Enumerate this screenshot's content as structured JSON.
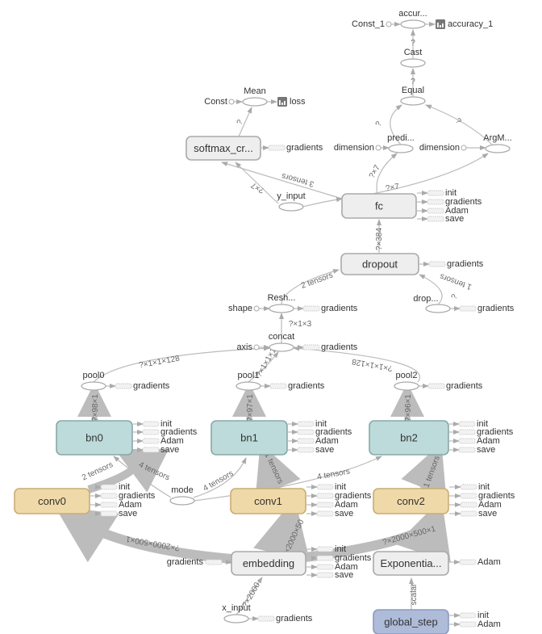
{
  "nodes": {
    "accuracy": "accur...",
    "const_1": "Const_1",
    "accuracy_summary": "accuracy_1",
    "cast": "Cast",
    "equal": "Equal",
    "mean": "Mean",
    "const": "Const",
    "loss": "loss",
    "softmax": "softmax_cr...",
    "predi": "predi...",
    "argmax": "ArgM...",
    "dimension": "dimension",
    "y_input": "y_input",
    "fc": "fc",
    "dropout": "dropout",
    "reshape": "Resh...",
    "shape": "shape",
    "drop": "drop...",
    "concat": "concat",
    "axis": "axis",
    "pool0": "pool0",
    "pool1": "pool1",
    "pool2": "pool2",
    "bn0": "bn0",
    "bn1": "bn1",
    "bn2": "bn2",
    "conv0": "conv0",
    "conv1": "conv1",
    "conv2": "conv2",
    "mode": "mode",
    "embedding": "embedding",
    "exponential": "Exponentia...",
    "x_input": "x_input",
    "global_step": "global_step"
  },
  "aux": {
    "init": "init",
    "gradients": "gradients",
    "adam": "Adam",
    "save": "save"
  },
  "edge_labels": {
    "softmax_mean": "?",
    "equal_cast": "?",
    "cast_acc": "?",
    "predi_equal": "?",
    "argmax_equal": "?",
    "fc_predi": "?×7",
    "fc_argmax": "?×7",
    "fc_softmax": "3 tensors",
    "y_softmax": "?×7",
    "dropout_fc": "?×384",
    "reshape_dropout": "2 tensors",
    "drop_dropout": "1 tensors",
    "drop_q": "?",
    "concat_reshape": "?×1×3",
    "pool0_concat": "?×1×1×128",
    "pool1_concat": "?×1×1×12",
    "pool2_concat": "?×1×1×128",
    "bn0_pool0": "?×98×1",
    "bn1_pool1": "?×97×1",
    "bn2_pool2": "?×96×1",
    "mode_bn0": "4 tensors",
    "mode_bn1": "4 tensors",
    "mode_bn2": "4 tensors",
    "conv0_bn0": "2 tensors",
    "conv1_bn1": "1 tensors",
    "conv2_bn2": "1 tensors",
    "emb_conv0": "?×2000×500×1",
    "emb_conv1": "?×2000×50",
    "emb_conv2": "?×2000×500×1",
    "x_emb": "?×2000",
    "gs_exp": "scalar"
  },
  "colors": {
    "bn_fill": "#bddbdb",
    "bn_stroke": "#88a8a8",
    "conv_fill": "#f0d9a8",
    "conv_stroke": "#c8ad75",
    "group_fill": "#eeeeee",
    "group_stroke": "#aaaaaa",
    "global_step_fill": "#aebbd9",
    "global_step_stroke": "#8c9ac0",
    "summary_icon": "#777777"
  }
}
